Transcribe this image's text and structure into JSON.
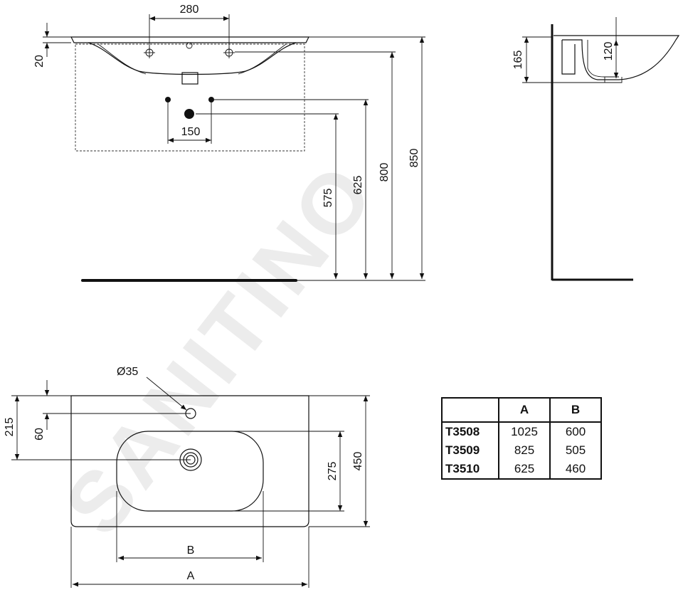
{
  "watermark": "SANITINO",
  "front_view": {
    "dims": {
      "tap_spacing": "280",
      "lip": "20",
      "inlet_spacing": "150",
      "inlet_height": "575",
      "waste_height": "625",
      "rim_height_lower": "800",
      "rim_height_upper": "850"
    }
  },
  "side_view": {
    "dims": {
      "depth_total": "165",
      "bowl_depth": "120"
    }
  },
  "plan_view": {
    "dims": {
      "tap_hole": "Ø35",
      "edge_to_drain": "215",
      "edge_to_tap": "60",
      "bowl_depth": "275",
      "total_depth": "450",
      "width_bowl": "B",
      "width_total": "A"
    }
  },
  "table": {
    "headers": [
      "",
      "A",
      "B"
    ],
    "rows": [
      {
        "code": "T3508",
        "a": "1025",
        "b": "600"
      },
      {
        "code": "T3509",
        "a": "825",
        "b": "505"
      },
      {
        "code": "T3510",
        "a": "625",
        "b": "460"
      }
    ]
  }
}
